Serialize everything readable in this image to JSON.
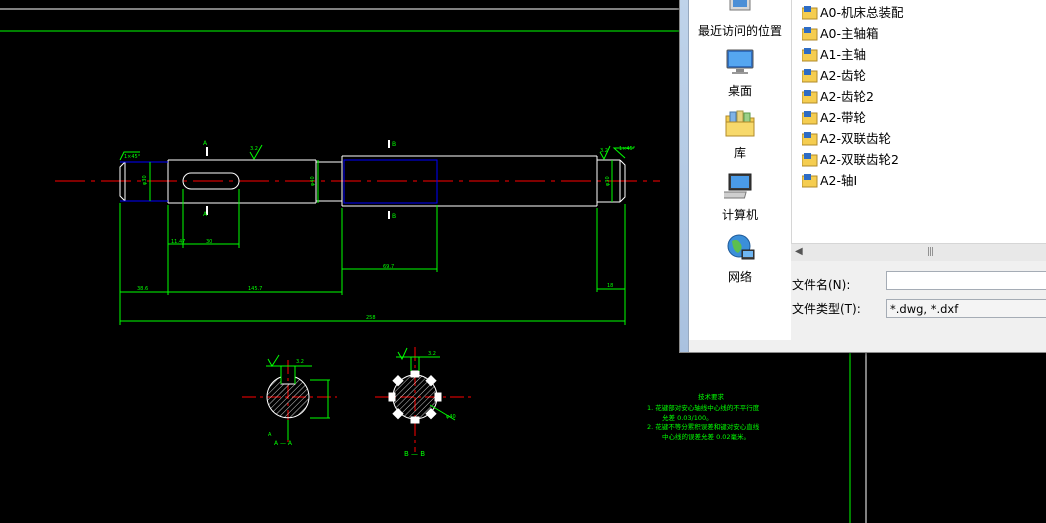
{
  "drawing": {
    "dim_chamfer_left": "1×45°",
    "dim_chamfer_right": "1×45°",
    "section_a_top": "A",
    "section_a_bottom": "A",
    "section_b_top": "B",
    "section_b_bottom": "B",
    "roughness_1": "3.2",
    "roughness_2": "3.2",
    "dia_left": "φ30",
    "dia_mid": "φ40",
    "dia_right": "φ30",
    "dim_keyway_offset": "11.47",
    "dim_keyway_len": "30",
    "dim_spline_len": "69.7",
    "dim_left_step": "38.6",
    "dim_mid_step": "145.7",
    "dim_right_step": "18",
    "dim_total": "258",
    "sec_a_label": "A — A",
    "sec_b_label": "B — B",
    "tech_title": "技术要求",
    "tech_line1": "1. 花键部对安心轴线中心线的不平行度",
    "tech_line2": "允差 0.03/100。",
    "tech_line3": "2. 花键不等分累积误差和键对安心直线",
    "tech_line4": "中心线的误差允差 0.02毫米。"
  },
  "dialog": {
    "places": [
      {
        "label": "最近访问的位置",
        "icon": "recent-places-icon"
      },
      {
        "label": "桌面",
        "icon": "desktop-icon"
      },
      {
        "label": "库",
        "icon": "libraries-icon"
      },
      {
        "label": "计算机",
        "icon": "computer-icon"
      },
      {
        "label": "网络",
        "icon": "network-icon"
      }
    ],
    "files": [
      "A0-机床总装配",
      "A0-主轴箱",
      "A1-主轴",
      "A2-齿轮",
      "A2-齿轮2",
      "A2-带轮",
      "A2-双联齿轮",
      "A2-双联齿轮2",
      "A2-轴I"
    ],
    "filename_label": "文件名(N):",
    "filename_value": "",
    "filetype_label": "文件类型(T):",
    "filetype_value": "*.dwg, *.dxf"
  },
  "colors": {
    "cad_background": "#000000",
    "dimension_green": "#00ff00",
    "outline_white": "#ffffff",
    "centerline_red": "#ff0000",
    "hidden_blue": "#0000ff",
    "folder_yellow": "#f5cd50"
  }
}
